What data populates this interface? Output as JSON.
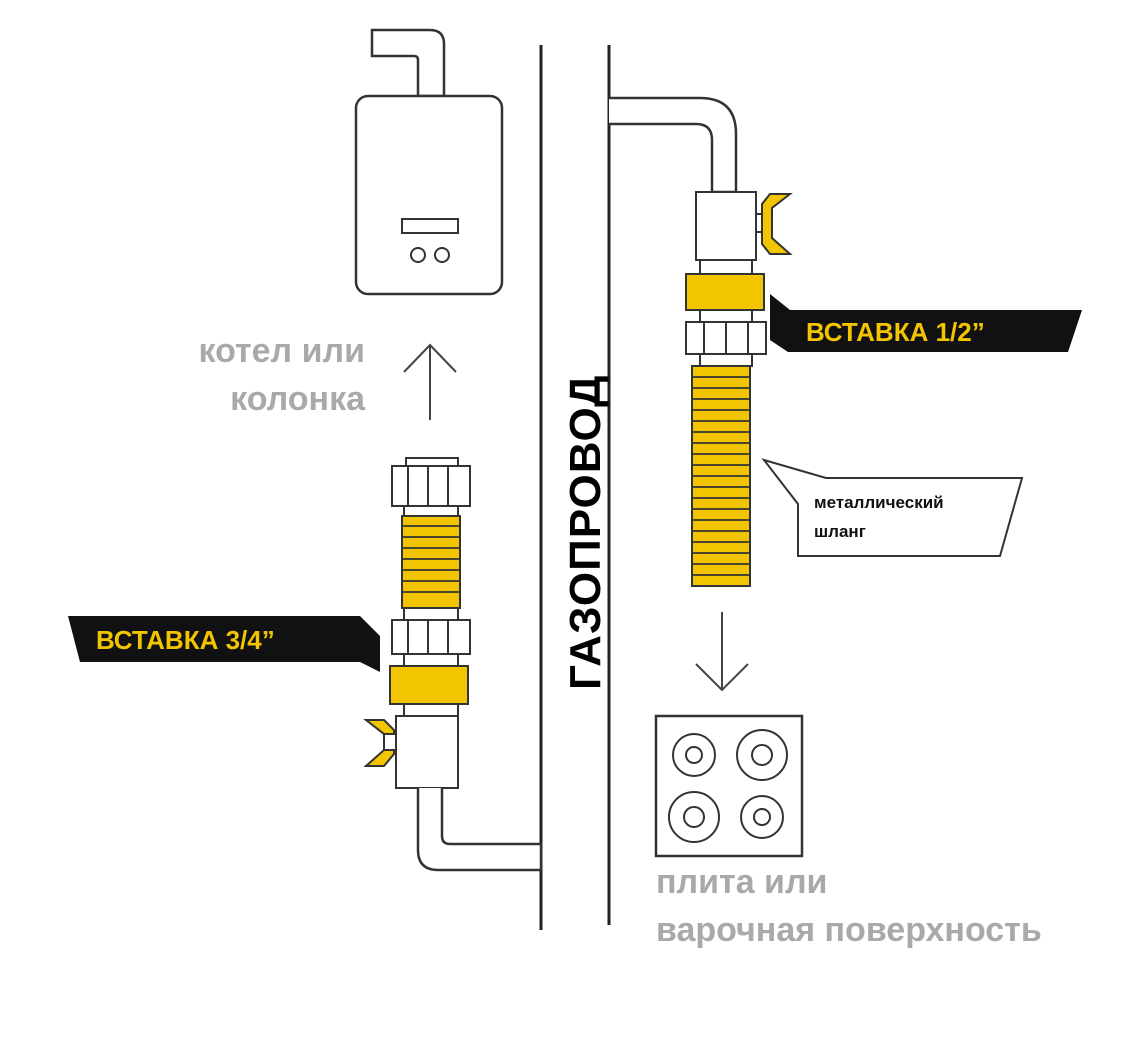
{
  "labels": {
    "pipeline": "ГАЗОПРОВОД",
    "boiler_line1": "котел или",
    "boiler_line2": "колонка",
    "insert_left": "ВСТАВКА 3/4”",
    "insert_right": "ВСТАВКА 1/2”",
    "hose_line1": "металлический",
    "hose_line2": "шланг",
    "stove_line1": "плита или",
    "stove_line2": "варочная поверхность"
  },
  "colors": {
    "yellow": "#f2c500",
    "outline": "#222222",
    "black": "#111111",
    "grey_text": "#a9a9a9"
  }
}
